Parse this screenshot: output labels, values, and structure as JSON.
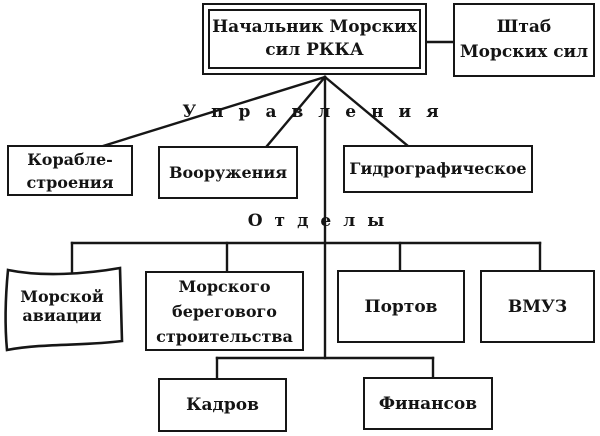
{
  "colors": {
    "ink": "#161616",
    "paper": "#ffffff"
  },
  "chart": {
    "root": {
      "line1": "Начальник Морских",
      "line2": "сил РККА"
    },
    "staff": {
      "line1": "Штаб",
      "line2": "Морских сил"
    },
    "sections": {
      "upravleniya": {
        "heading": "Управления",
        "nodes": {
          "shipbuilding": {
            "line1": "Корабле-",
            "line2": "строения"
          },
          "armament": {
            "line1": "Вооружения"
          },
          "hydrographic": {
            "line1": "Гидрографическое"
          }
        }
      },
      "otdely": {
        "heading": "Отделы",
        "nodes": {
          "naval_aviation": {
            "line1": "Морской",
            "line2": "авиации"
          },
          "coastal_construction": {
            "line1": "Морского",
            "line2": "берегового",
            "line3": "строительства"
          },
          "ports": {
            "line1": "Портов"
          },
          "vmuz": {
            "line1": "ВМУЗ"
          },
          "personnel": {
            "line1": "Кадров"
          },
          "finance": {
            "line1": "Финансов"
          }
        }
      }
    }
  }
}
